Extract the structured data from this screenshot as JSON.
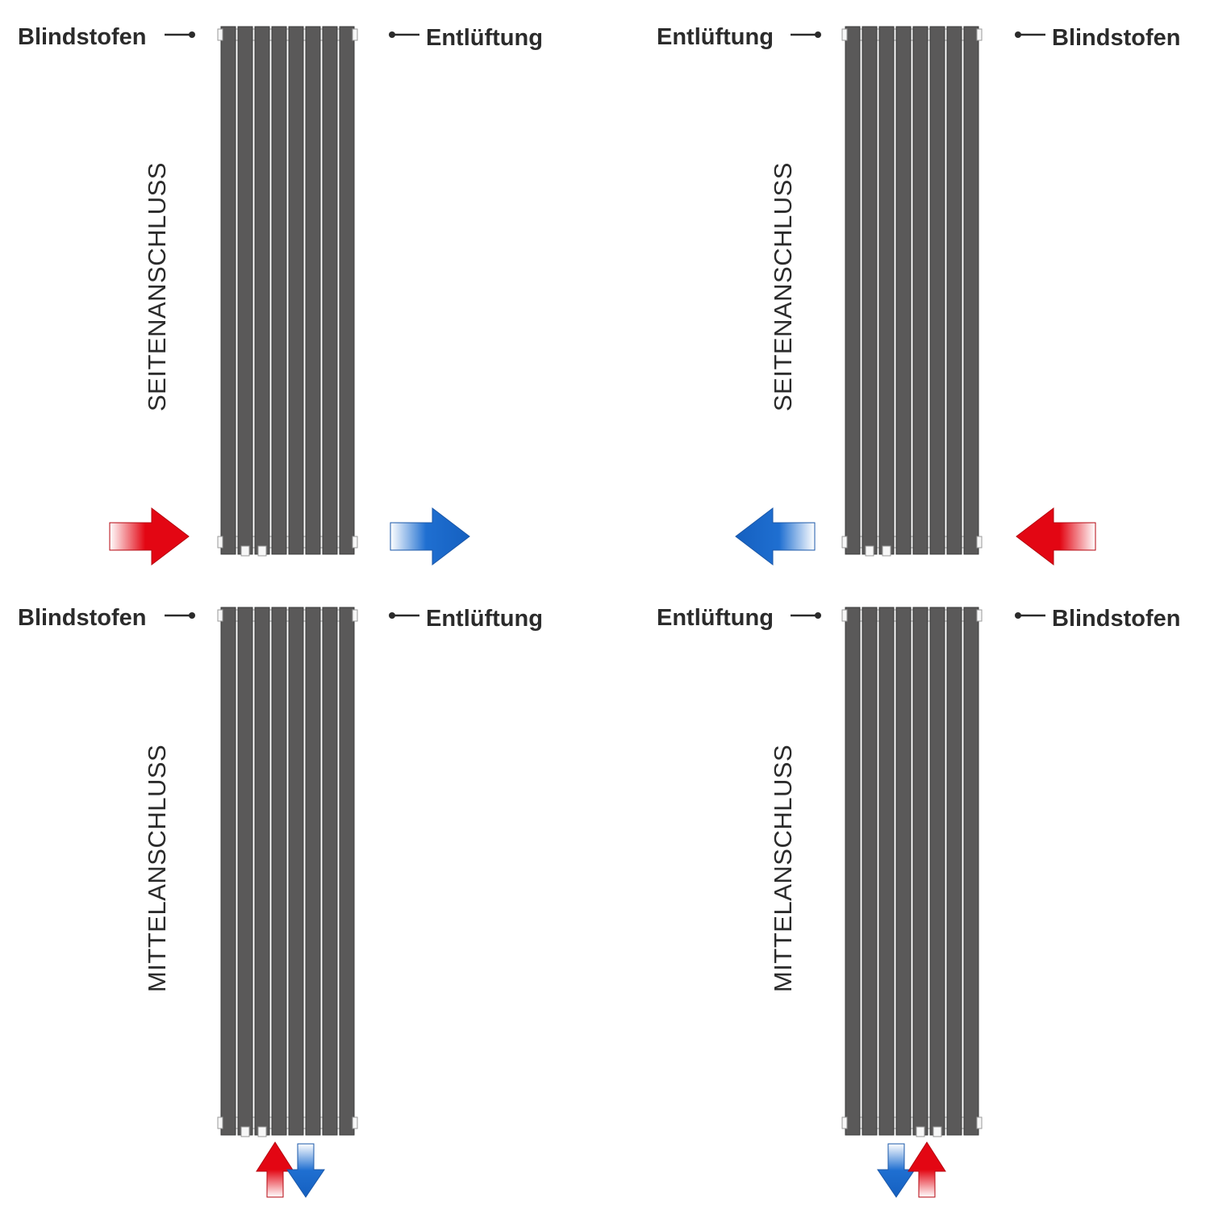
{
  "labels": {
    "blindstopfen": "Blindstofen",
    "entlueftung": "Entlüftung",
    "seitenanschluss": "SEITENANSCHLUSS",
    "mittelanschluss": "MITTELANSCHLUSS"
  },
  "radiator": {
    "tube_count": 8
  },
  "colors": {
    "radiator_tube": "#5a5959",
    "hot_arrow": "#e30613",
    "cold_arrow": "#1f6fd1",
    "text": "#2b2b2b",
    "background": "#ffffff"
  },
  "panels": [
    {
      "id": "top-left",
      "connection": "SEITENANSCHLUSS",
      "left_label": "Blindstofen",
      "right_label": "Entlüftung",
      "supply": "hot-in-left",
      "return": "cold-out-right"
    },
    {
      "id": "top-right",
      "connection": "SEITENANSCHLUSS",
      "left_label": "Entlüftung",
      "right_label": "Blindstofen",
      "supply": "hot-in-right",
      "return": "cold-out-left"
    },
    {
      "id": "bottom-left",
      "connection": "MITTELANSCHLUSS",
      "left_label": "Blindstofen",
      "right_label": "Entlüftung",
      "supply": "hot-up-left",
      "return": "cold-down-right"
    },
    {
      "id": "bottom-right",
      "connection": "MITTELANSCHLUSS",
      "left_label": "Entlüftung",
      "right_label": "Blindstofen",
      "supply": "hot-up-right",
      "return": "cold-down-left"
    }
  ]
}
